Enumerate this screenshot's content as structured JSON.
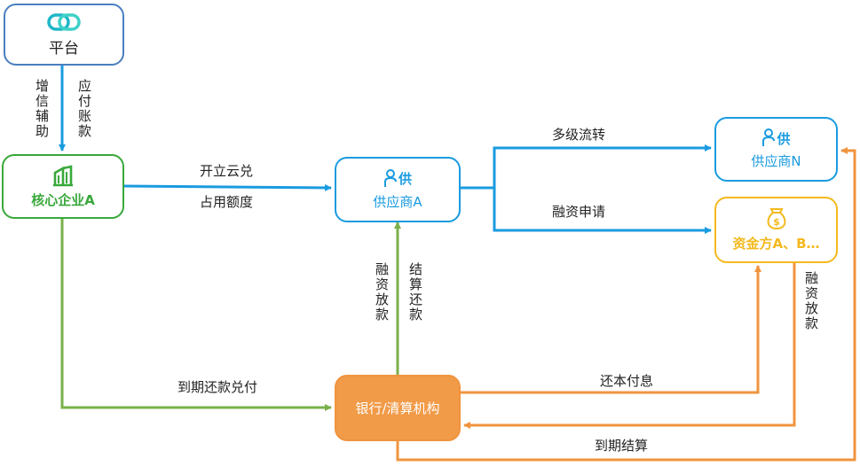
{
  "nodes": {
    "platform": {
      "label": "平台"
    },
    "core": {
      "label": "核心企业A"
    },
    "supplier_a": {
      "label": "供应商A"
    },
    "supplier_n": {
      "label": "供应商N"
    },
    "funder": {
      "label": "资金方A、B…"
    },
    "bank": {
      "label": "银行/清算机构"
    }
  },
  "icons": {
    "supplier_badge": "供",
    "money_bag": "$"
  },
  "edges": {
    "credit_assist": "增信辅助",
    "payable": "应付账款",
    "issue_yundui": "开立云兑",
    "use_quota": "占用额度",
    "multi_transfer": "多级流转",
    "finance_apply": "融资申请",
    "finance_release_left": "融资放款",
    "settle_repay": "结算还款",
    "finance_release_right": "融资放款",
    "due_repay": "到期还款兑付",
    "repay_principal": "还本付息",
    "due_settle": "到期结算"
  },
  "colors": {
    "platform": "#4a7fc0",
    "blue": "#1a9be0",
    "green": "#39a83b",
    "green_line": "#79b04a",
    "gold": "#f4b91e",
    "orange": "#f0943e",
    "orange_fill": "#f19a47"
  }
}
